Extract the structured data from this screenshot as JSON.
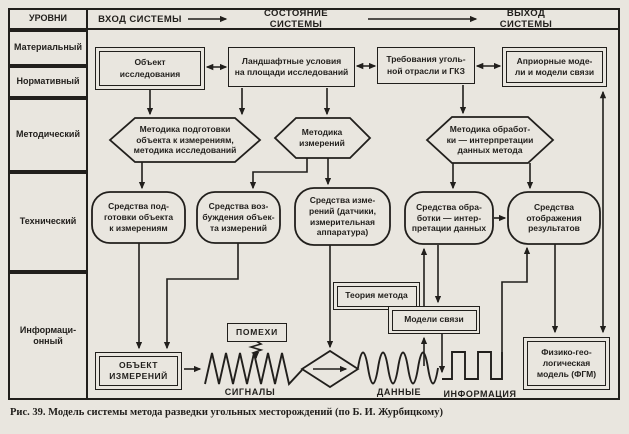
{
  "header": {
    "levels_label": "УРОВНИ",
    "input": "ВХОД СИСТЕМЫ",
    "state": "СОСТОЯНИЕ СИСТЕМЫ",
    "output": "ВЫХОД СИСТЕМЫ"
  },
  "levels": [
    "Материальный",
    "Нормативный",
    "Методический",
    "Технический",
    "Информаци-\nонный"
  ],
  "nodes": {
    "obj_research": "Объект\nисследования",
    "landscape": "Ландшафтные условия\nна площади исследований",
    "requirements": "Требования уголь-\nной отрасли и ГКЗ",
    "apriori": "Априорные моде-\nли и модели связи",
    "met_podgot": "Методика подготовки\nобъекта к измерениям,\nметодика исследований",
    "met_izmer": "Методика\nизмерений",
    "met_obrab": "Методика обработ-\nки — интерпретации\nданных метода",
    "sr_podgot": "Средства под-\nготовки объекта\nк измерениям",
    "sr_vozbuzh": "Средства воз-\nбуждения объек-\nта измерений",
    "sr_izmer": "Средства изме-\nрений (датчики,\nизмерительная\nаппаратура)",
    "sr_obrab": "Средства обра-\nботки — интер-\nпретации данных",
    "sr_otobr": "Средства\nотображения\nрезультатов",
    "teoriya": "Теория метода",
    "modeli": "Модели связи",
    "pomehi": "ПОМЕХИ",
    "obj_izmer": "ОБЪЕКТ\nИЗМЕРЕНИЙ",
    "fgm": "Физико-гео-\nлогическая\nмодель (ФГМ)"
  },
  "flow_labels": {
    "signals": "СИГНАЛЫ",
    "data": "ДАННЫЕ",
    "information": "ИНФОРМАЦИЯ"
  },
  "caption": "Рис. 39. Модель системы метода разведки угольных месторождений (по Б. И. Журбицкому)",
  "colors": {
    "ink": "#211f1c",
    "paper": "#e9e6df"
  }
}
